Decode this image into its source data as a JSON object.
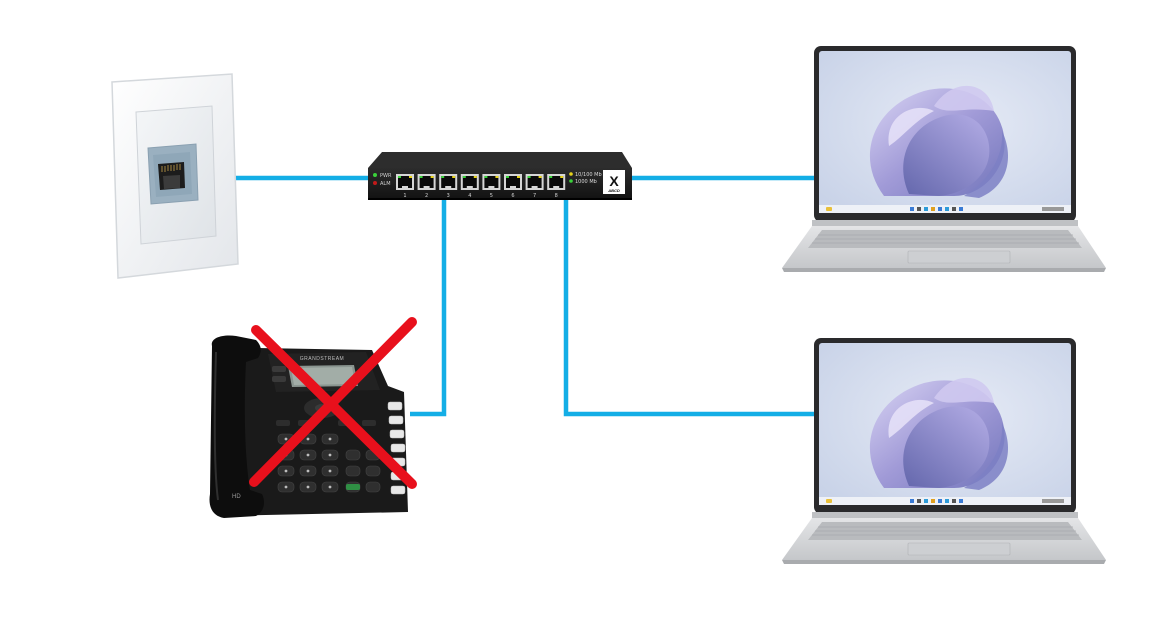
{
  "colors": {
    "cable": "#14aee6",
    "cross": "#e8101c",
    "switch_body": "#1b1b1b",
    "led_green": "#3ad13a",
    "led_red": "#c21a1a",
    "led_yellow": "#e5d21a"
  },
  "switch": {
    "pwr_label": "PWR",
    "alm_label": "ALM",
    "speed_100_label": "10/100 Mb",
    "speed_1000_label": "1000 Mb",
    "brand_letter": "X",
    "brand_sub": "ABCD",
    "ports": [
      "1",
      "2",
      "3",
      "4",
      "5",
      "6",
      "7",
      "8"
    ]
  },
  "phone": {
    "brand": "GRANDSTREAM",
    "hd_label": "HD",
    "blocked": true
  },
  "devices": {
    "wall_jack_icon": "ethernet-wall-jack-icon",
    "laptop_icon": "laptop-icon",
    "phone_icon": "ip-phone-icon",
    "cross_icon": "red-x-icon"
  }
}
